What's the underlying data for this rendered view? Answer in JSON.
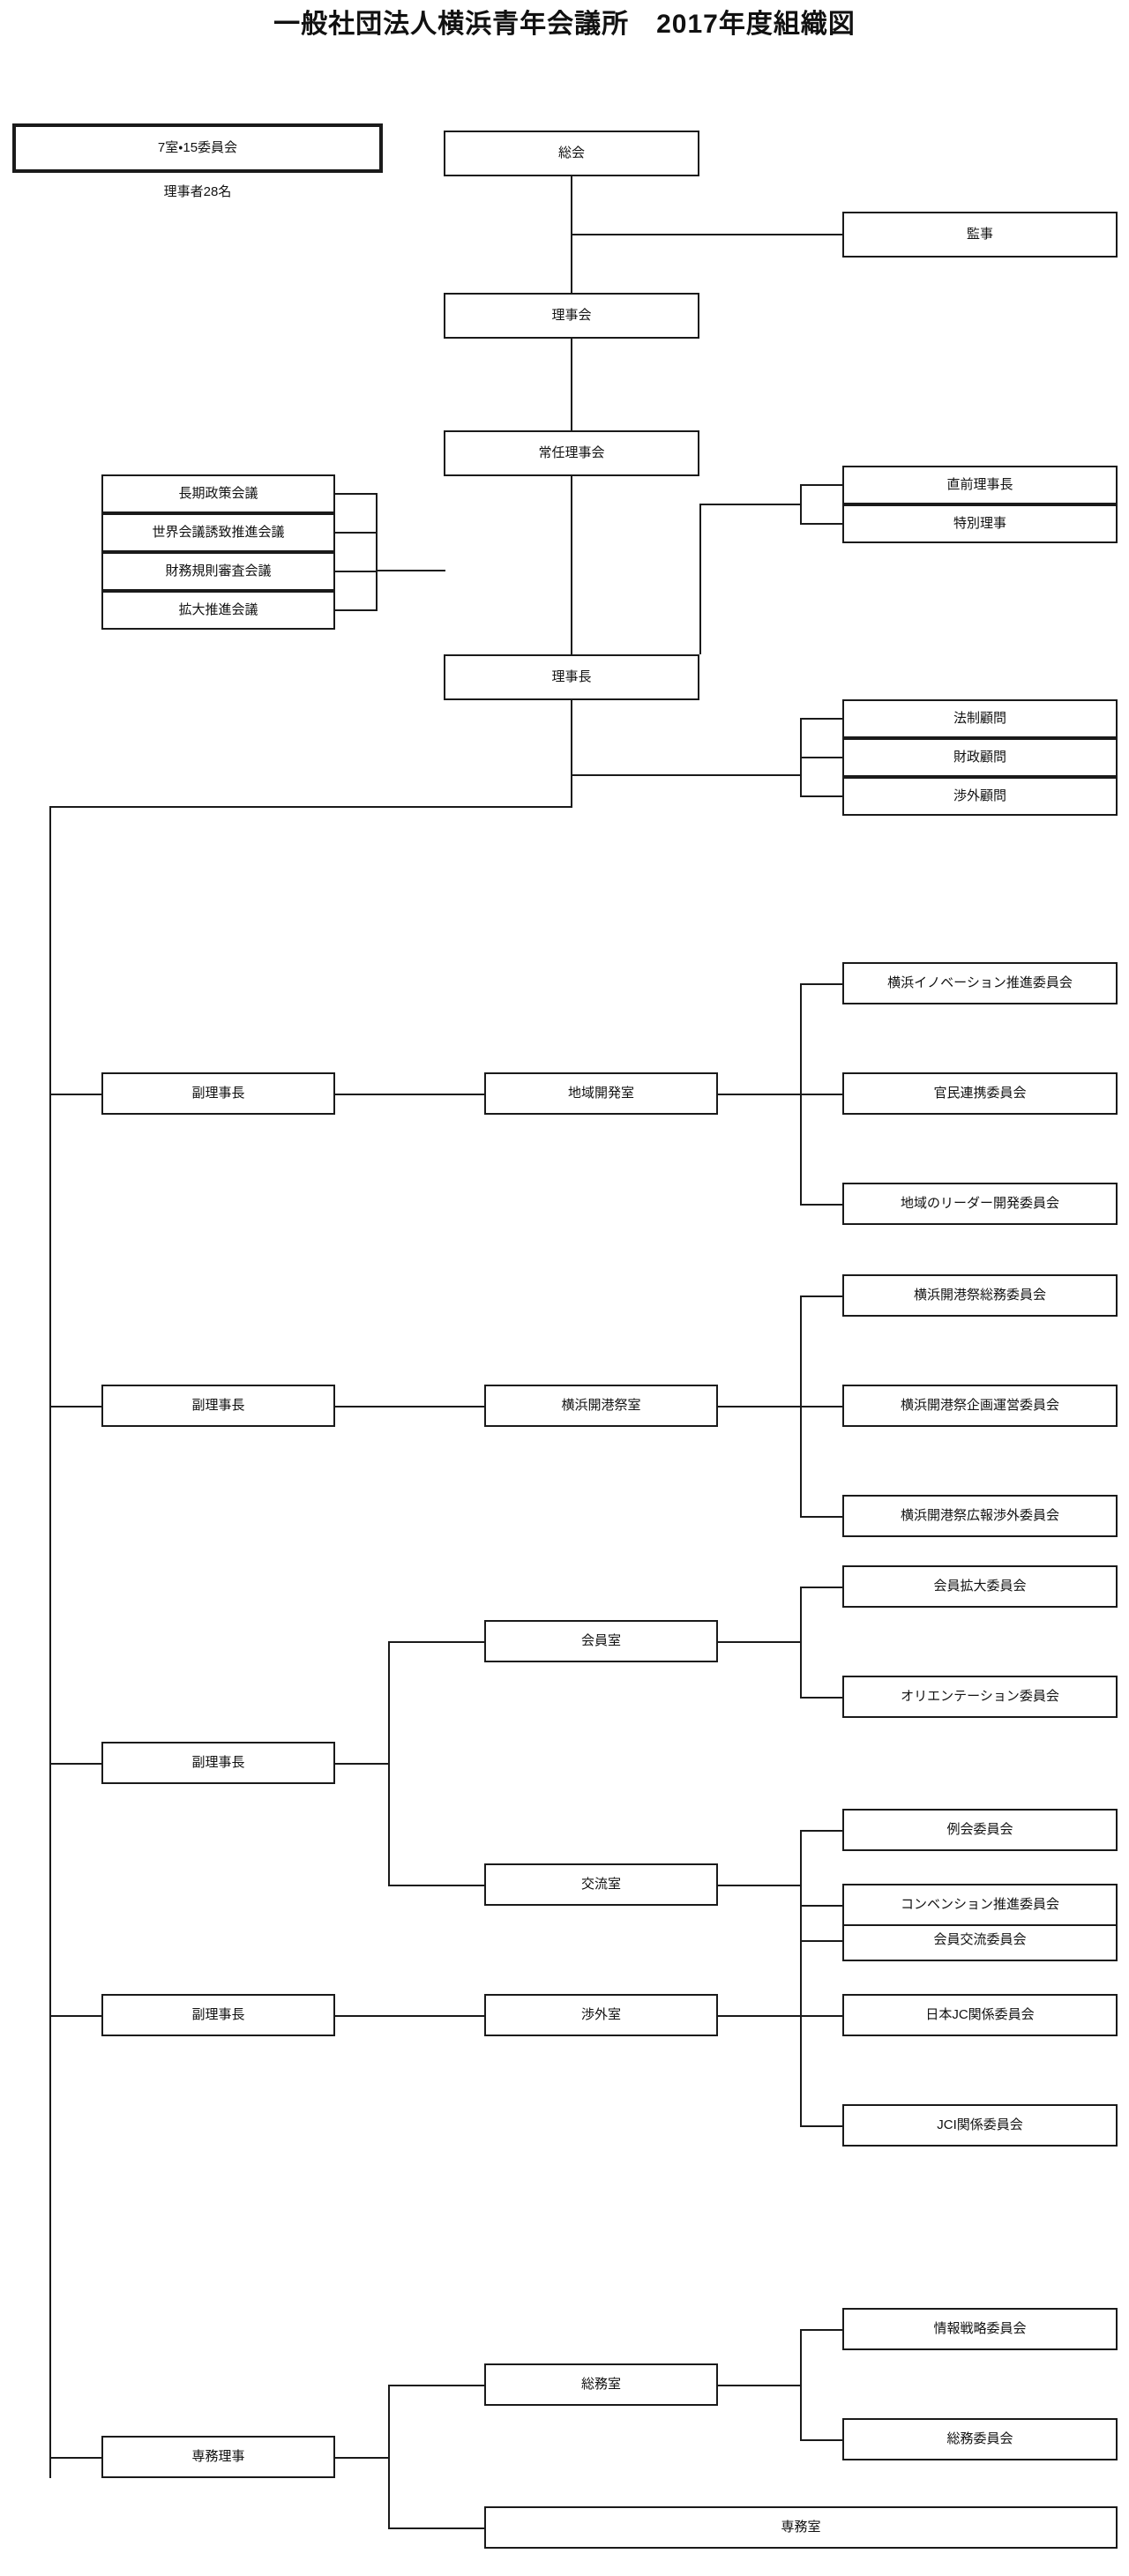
{
  "title": "一般社団法人横浜青年会議所　2017年度組織図",
  "summary": {
    "rooms_committees": "7室・15委員会",
    "directors_count": "理事者28名"
  },
  "governance": {
    "general_meeting": "総会",
    "auditor": "監事",
    "board_of_directors": "理事会",
    "standing_board": "常任理事会",
    "president": "理事長"
  },
  "councils": [
    "長期政策会議",
    "世界会議誘致推進会議",
    "財務規則審査会議",
    "拡大推進会議"
  ],
  "special_directors": [
    "直前理事長",
    "特別理事"
  ],
  "advisors": [
    "法制顧問",
    "財政顧問",
    "渉外顧問"
  ],
  "branches": [
    {
      "officer": "副理事長",
      "rooms": [
        {
          "room": "地域開発室",
          "committees": [
            "横浜イノベーション推進委員会",
            "官民連携委員会",
            "地域のリーダー開発委員会"
          ]
        }
      ]
    },
    {
      "officer": "副理事長",
      "rooms": [
        {
          "room": "横浜開港祭室",
          "committees": [
            "横浜開港祭総務委員会",
            "横浜開港祭企画運営委員会",
            "横浜開港祭広報渉外委員会"
          ]
        }
      ]
    },
    {
      "officer": "副理事長",
      "rooms": [
        {
          "room": "会員室",
          "committees": [
            "会員拡大委員会",
            "オリエンテーション委員会"
          ]
        },
        {
          "room": "交流室",
          "committees": [
            "例会委員会",
            "会員交流委員会"
          ]
        }
      ]
    },
    {
      "officer": "副理事長",
      "rooms": [
        {
          "room": "渉外室",
          "committees": [
            "コンベンション推進委員会",
            "日本JC関係委員会",
            "JCI関係委員会"
          ]
        }
      ]
    },
    {
      "officer": "専務理事",
      "rooms": [
        {
          "room": "総務室",
          "committees": [
            "情報戦略委員会",
            "総務委員会"
          ]
        },
        {
          "room": "専務室",
          "committees": []
        }
      ]
    }
  ],
  "colors": {
    "line": "#1a1a1a",
    "background": "#ffffff",
    "text": "#111111"
  }
}
